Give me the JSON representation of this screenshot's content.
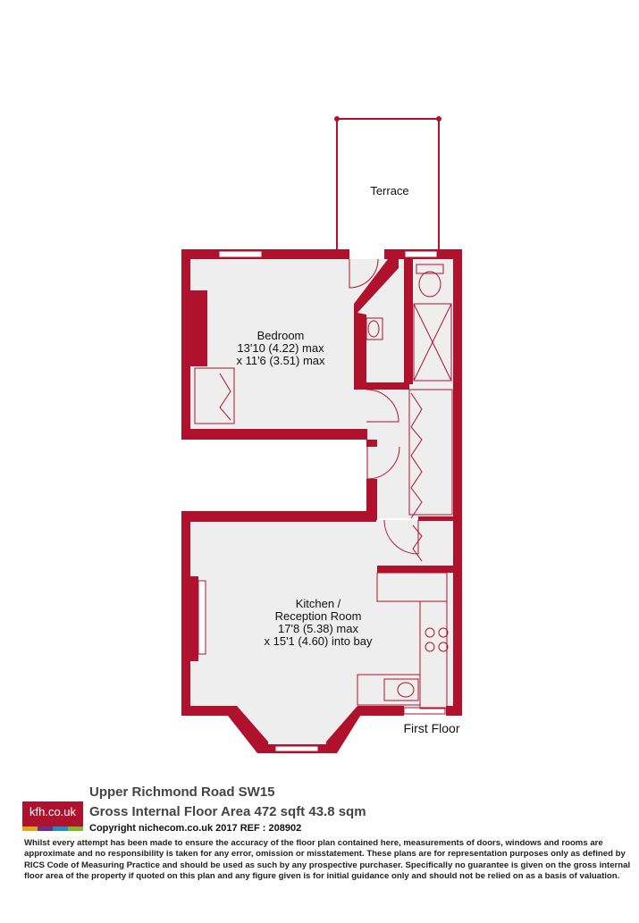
{
  "rooms": {
    "terrace": "Terrace",
    "bedroom": {
      "name": "Bedroom",
      "dim1": "13'10 (4.22) max",
      "dim2": "x 11'6 (3.51) max"
    },
    "kitchen": {
      "name1": "Kitchen /",
      "name2": "Reception Room",
      "dim1": "17'8 (5.38) max",
      "dim2": "x 15'1 (4.60) into bay"
    }
  },
  "floor_label": "First Floor",
  "footer": {
    "logo_text": "kfh.co.uk",
    "address": "Upper Richmond Road  SW15",
    "area": "Gross Internal Floor Area 472 sqft 43.8 sqm",
    "copyright": "Copyright nichecom.co.uk 2017 REF : 208902",
    "disclaimer": "Whilst every attempt has been made to ensure the accuracy of the floor plan contained here, measurements of doors, windows and rooms are approximate and no responsibility is taken for any error, omission or misstatement.  These plans are for representation purposes only as defined by RICS Code of Measuring Practice and should be used as such by any prospective purchaser.  Specifically no guarantee is given on the gross internal floor area of the property if quoted on this plan and any figure given is for initial guidance only and should not be relied on as a basis of valuation."
  },
  "colors": {
    "wall": "#b0122d",
    "floor": "#eeeeee",
    "logo_stripes": [
      "#e8a21a",
      "#6a2f86",
      "#1d8fc9",
      "#7ab929"
    ]
  }
}
